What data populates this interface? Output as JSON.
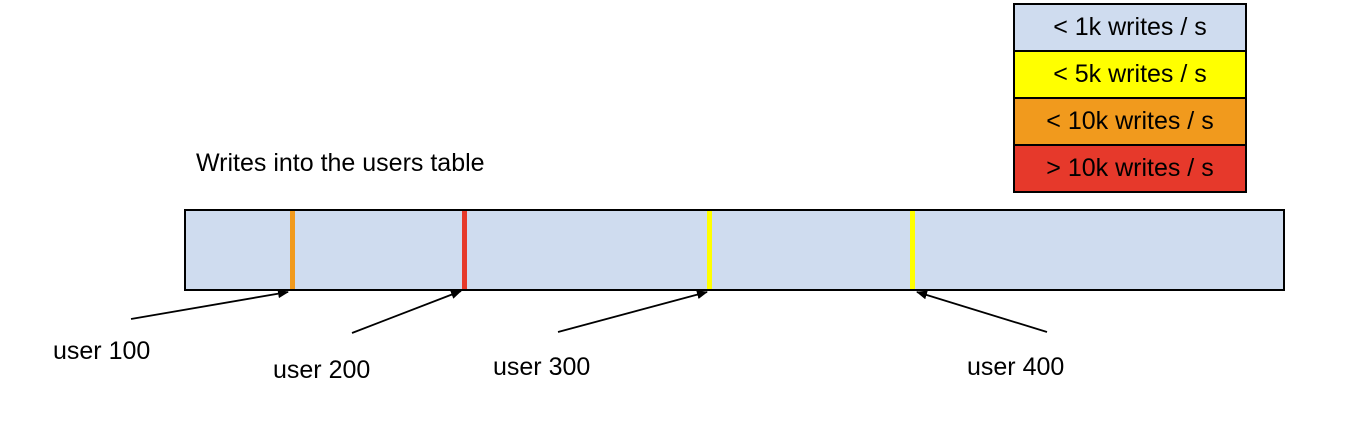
{
  "title": "Writes into the users table",
  "colors": {
    "bar_fill": "#CFDCEF",
    "border": "#000000",
    "lt_1k": "#CFDCEF",
    "lt_5k": "#FFFF00",
    "lt_10k": "#F19A1D",
    "gt_10k": "#E6392B"
  },
  "legend": {
    "items": [
      {
        "label": "< 1k writes / s",
        "color": "#CFDCEF"
      },
      {
        "label": "< 5k writes / s",
        "color": "#FFFF00"
      },
      {
        "label": "< 10k writes / s",
        "color": "#F19A1D"
      },
      {
        "label": "> 10k writes / s",
        "color": "#E6392B"
      }
    ]
  },
  "markers": [
    {
      "label": "user 100",
      "stripe_color": "#F19A1D"
    },
    {
      "label": "user 200",
      "stripe_color": "#E6392B"
    },
    {
      "label": "user 300",
      "stripe_color": "#FFFF00"
    },
    {
      "label": "user 400",
      "stripe_color": "#FFFF00"
    }
  ]
}
